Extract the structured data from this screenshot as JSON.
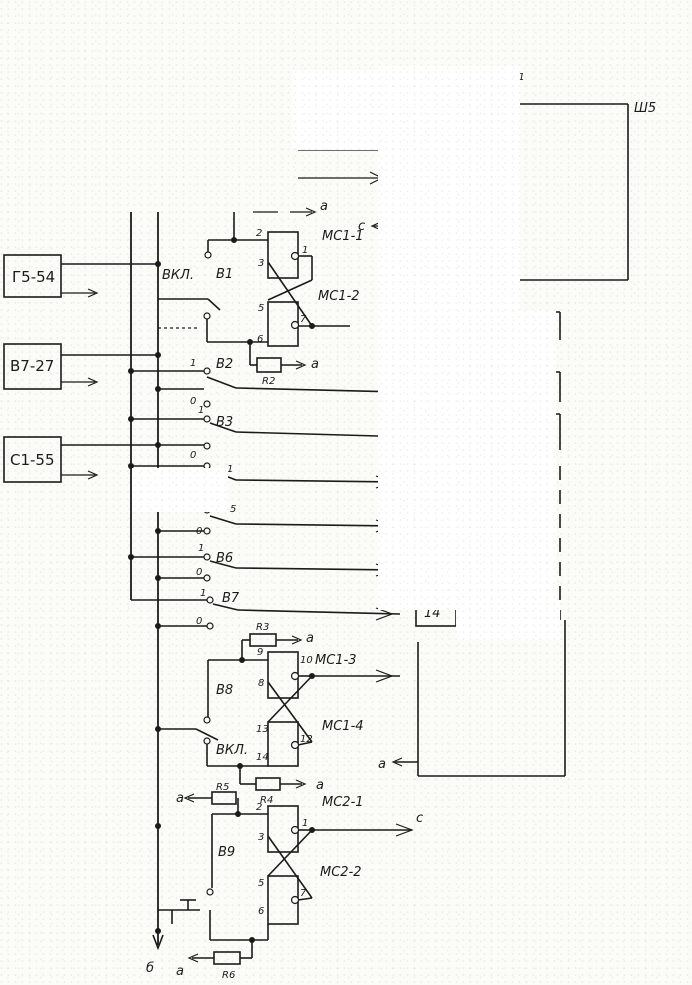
{
  "devices": {
    "g554": "Г5-54",
    "b727": "В7-27",
    "c155": "С1-55"
  },
  "chips": {
    "mc11": "МС1-1",
    "mc12": "МС1-2",
    "mc13": "МС1-3",
    "mc14": "МС1-4",
    "mc21": "МС2-1",
    "mc22": "МС2-2"
  },
  "switches": {
    "b1": "В1",
    "b2": "В2",
    "b3": "В3",
    "b6": "В6",
    "b7": "В7",
    "b8": "В8",
    "b9": "В9",
    "vkl1": "ВКЛ.",
    "vkl2": "ВКЛ."
  },
  "resistors": {
    "r2": "R2",
    "r3": "R3",
    "r4": "R4",
    "r5": "R5",
    "r6": "R6"
  },
  "nets": {
    "a": "a",
    "c": "c",
    "b": "б",
    "sh5": "Ш5",
    "top_label": "~1"
  },
  "pins": {
    "p1": "1",
    "p2": "2",
    "p3": "3",
    "p5": "5",
    "p6": "6",
    "p7": "7",
    "p8": "8",
    "p9": "9",
    "p10": "10",
    "p12": "12",
    "p13": "13",
    "p14": "14"
  },
  "contacts": {
    "one": "1",
    "zero": "0",
    "five": "5",
    "fourteen": "14"
  }
}
